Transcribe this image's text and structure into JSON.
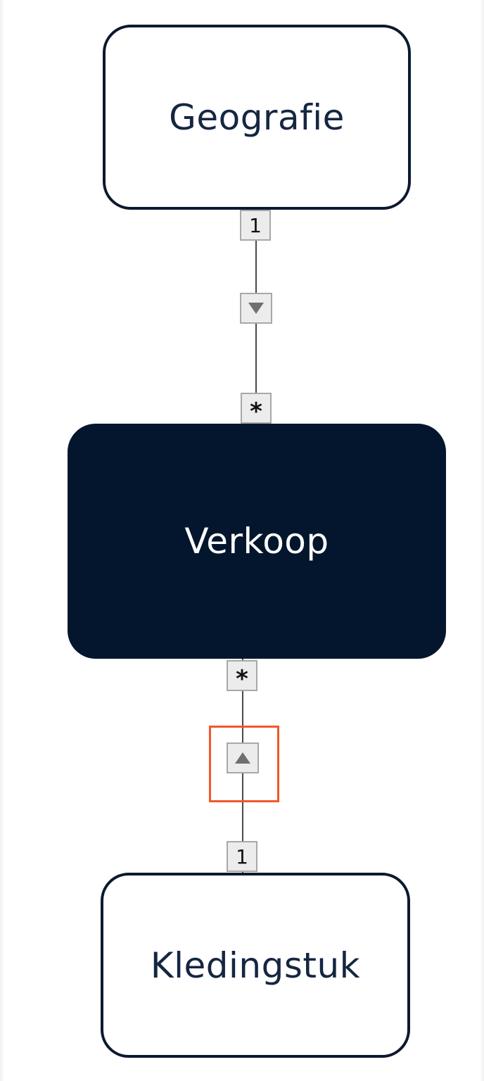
{
  "diagram": {
    "type": "star-schema relationship (1 to many)",
    "entities": [
      {
        "id": "geografie",
        "label": "Geografie",
        "role": "dimension"
      },
      {
        "id": "verkoop",
        "label": "Verkoop",
        "role": "fact"
      },
      {
        "id": "kledingstuk",
        "label": "Kledingstuk",
        "role": "dimension"
      }
    ],
    "relationships": [
      {
        "from": "Geografie",
        "to": "Verkoop",
        "from_cardinality": "1",
        "to_cardinality": "*",
        "filter_direction": "down",
        "highlighted": false
      },
      {
        "from": "Kledingstuk",
        "to": "Verkoop",
        "from_cardinality": "1",
        "to_cardinality": "*",
        "filter_direction": "up",
        "highlighted": true
      }
    ],
    "colors": {
      "fact_fill": "#03162d",
      "dimension_border": "#0b1a30",
      "text_dark": "#152641",
      "highlight": "#f0582a",
      "connector_line": "#4a4a4a",
      "badge_fill": "#ececec"
    }
  },
  "labels": {
    "geografie": "Geografie",
    "verkoop": "Verkoop",
    "kledingstuk": "Kledingstuk",
    "rel1_top_card": "1",
    "rel1_bottom_card": "*",
    "rel2_top_card": "*",
    "rel2_bottom_card": "1"
  }
}
